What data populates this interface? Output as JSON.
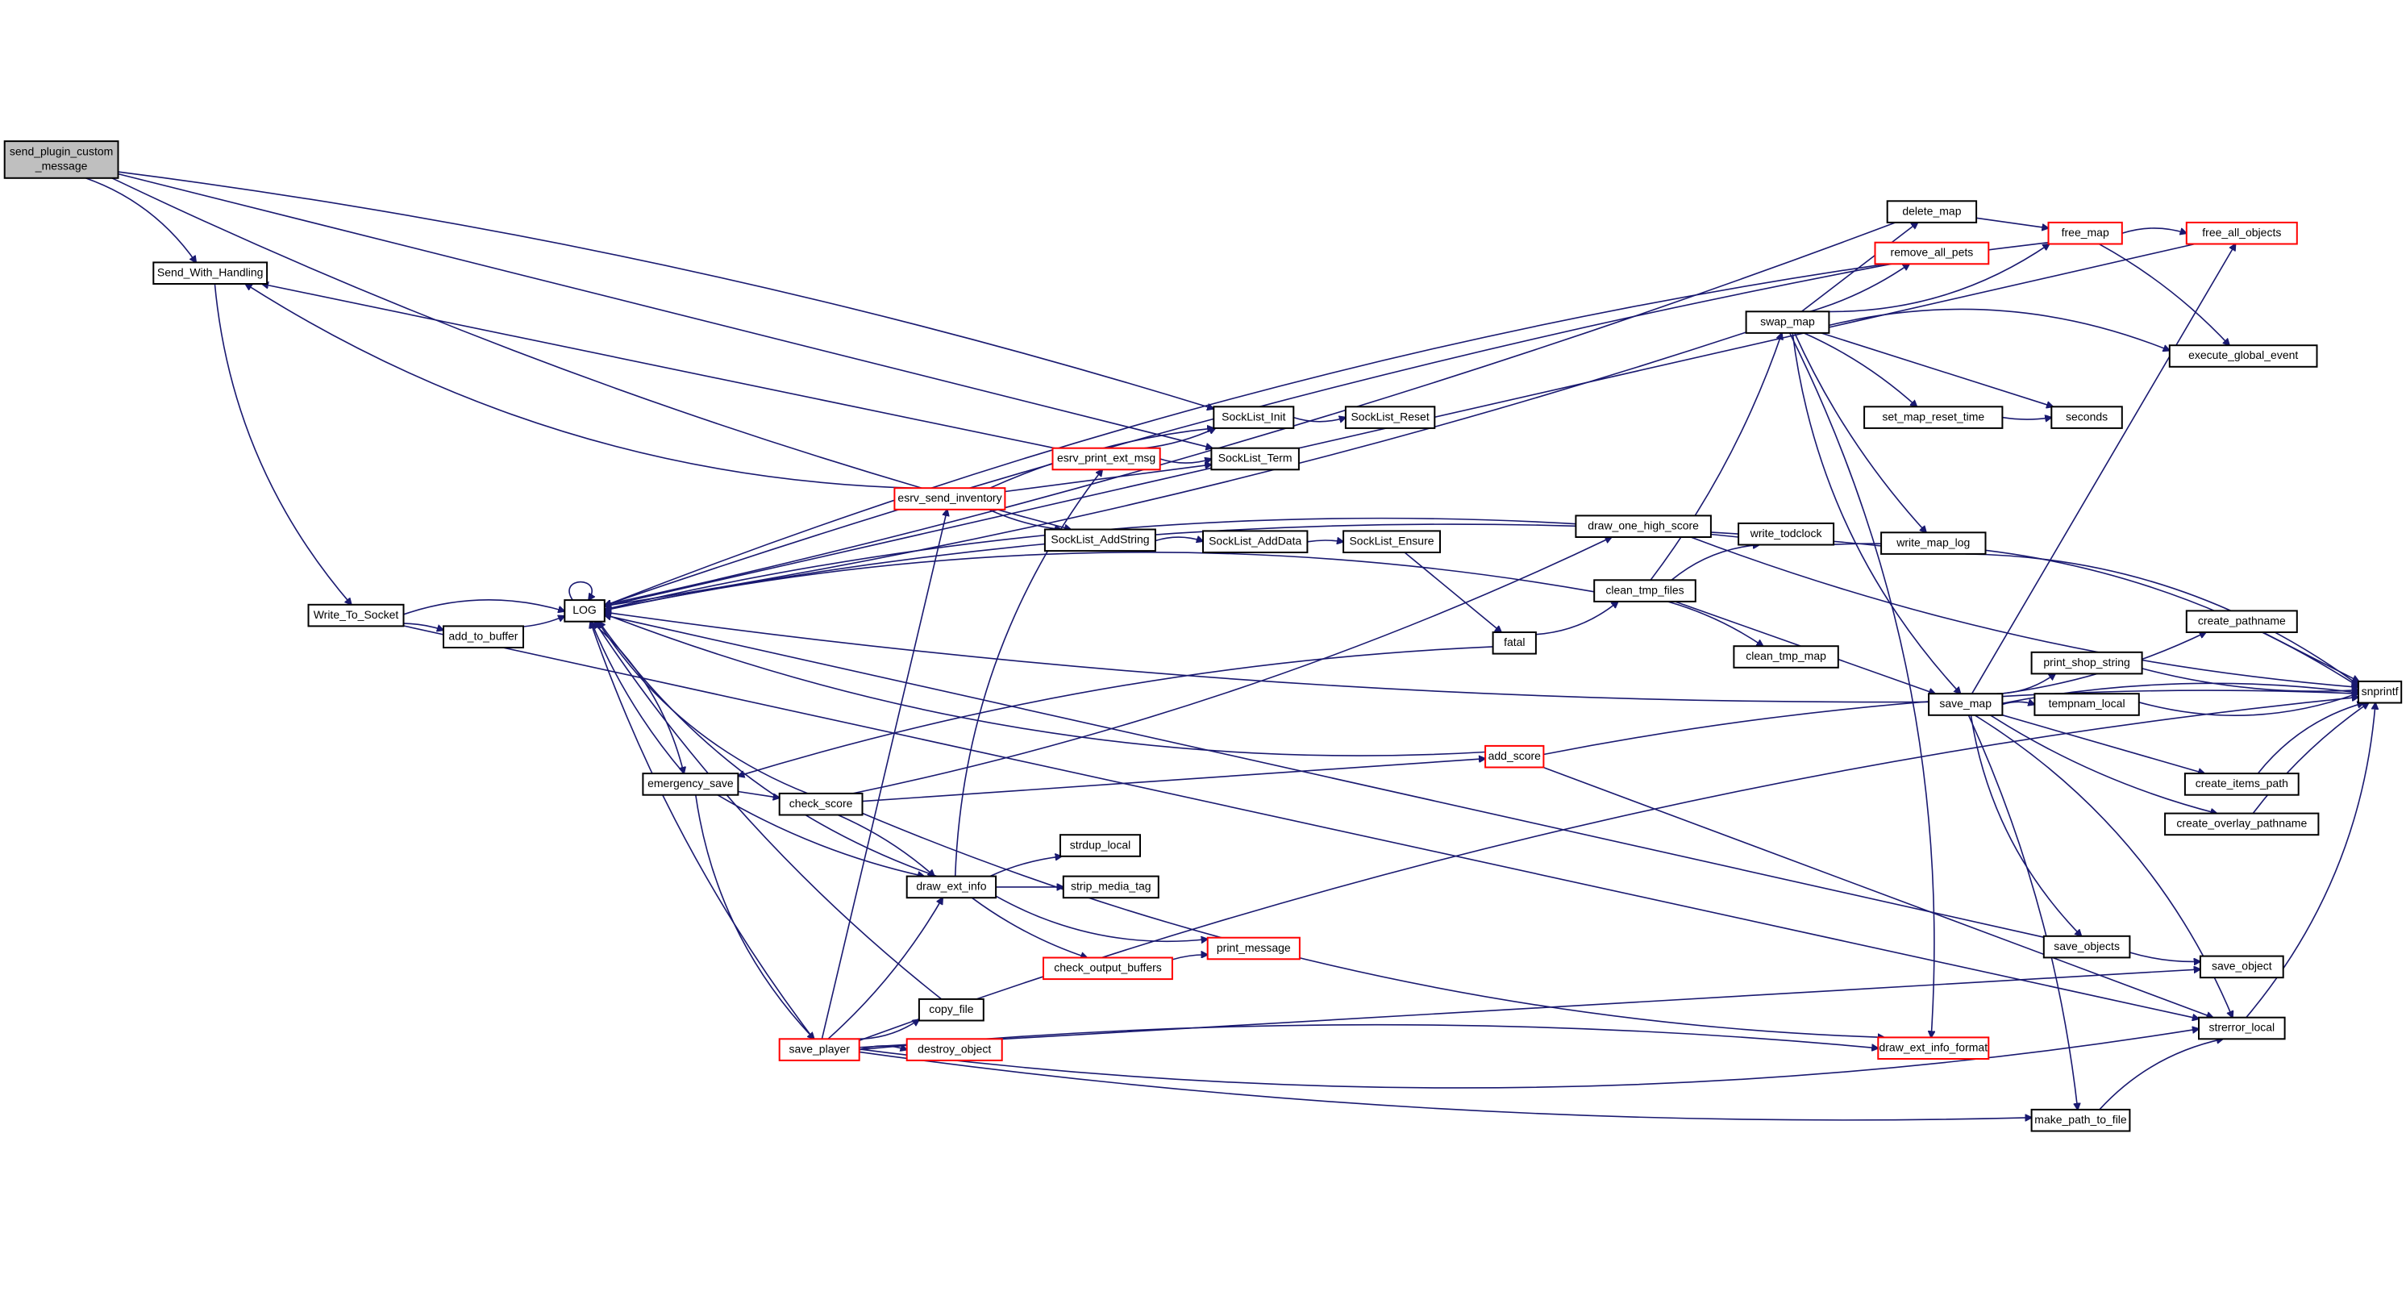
{
  "diagram": {
    "type": "call-graph",
    "edge_color": "#191970",
    "highlight_color": "#ff0000",
    "root_fill": "#bfbfbf",
    "nodes": [
      {
        "id": "send_plugin_custom_message",
        "label": [
          "send_plugin_custom",
          "_message"
        ],
        "style": "root"
      },
      {
        "id": "Send_With_Handling",
        "label": [
          "Send_With_Handling"
        ],
        "style": "normal"
      },
      {
        "id": "Write_To_Socket",
        "label": [
          "Write_To_Socket"
        ],
        "style": "normal"
      },
      {
        "id": "add_to_buffer",
        "label": [
          "add_to_buffer"
        ],
        "style": "normal"
      },
      {
        "id": "LOG",
        "label": [
          "LOG"
        ],
        "style": "normal"
      },
      {
        "id": "emergency_save",
        "label": [
          "emergency_save"
        ],
        "style": "normal"
      },
      {
        "id": "check_score",
        "label": [
          "check_score"
        ],
        "style": "normal"
      },
      {
        "id": "draw_ext_info",
        "label": [
          "draw_ext_info"
        ],
        "style": "normal"
      },
      {
        "id": "strdup_local",
        "label": [
          "strdup_local"
        ],
        "style": "normal"
      },
      {
        "id": "strip_media_tag",
        "label": [
          "strip_media_tag"
        ],
        "style": "normal"
      },
      {
        "id": "check_output_buffers",
        "label": [
          "check_output_buffers"
        ],
        "style": "red"
      },
      {
        "id": "print_message",
        "label": [
          "print_message"
        ],
        "style": "red"
      },
      {
        "id": "copy_file",
        "label": [
          "copy_file"
        ],
        "style": "normal"
      },
      {
        "id": "save_player",
        "label": [
          "save_player"
        ],
        "style": "red"
      },
      {
        "id": "destroy_object",
        "label": [
          "destroy_object"
        ],
        "style": "red"
      },
      {
        "id": "esrv_send_inventory",
        "label": [
          "esrv_send_inventory"
        ],
        "style": "red"
      },
      {
        "id": "esrv_print_ext_msg",
        "label": [
          "esrv_print_ext_msg"
        ],
        "style": "red"
      },
      {
        "id": "SockList_Init",
        "label": [
          "SockList_Init"
        ],
        "style": "normal"
      },
      {
        "id": "SockList_Reset",
        "label": [
          "SockList_Reset"
        ],
        "style": "normal"
      },
      {
        "id": "SockList_Term",
        "label": [
          "SockList_Term"
        ],
        "style": "normal"
      },
      {
        "id": "SockList_AddString",
        "label": [
          "SockList_AddString"
        ],
        "style": "normal"
      },
      {
        "id": "SockList_AddData",
        "label": [
          "SockList_AddData"
        ],
        "style": "normal"
      },
      {
        "id": "SockList_Ensure",
        "label": [
          "SockList_Ensure"
        ],
        "style": "normal"
      },
      {
        "id": "fatal",
        "label": [
          "fatal"
        ],
        "style": "normal"
      },
      {
        "id": "add_score",
        "label": [
          "add_score"
        ],
        "style": "red"
      },
      {
        "id": "draw_one_high_score",
        "label": [
          "draw_one_high_score"
        ],
        "style": "normal"
      },
      {
        "id": "clean_tmp_files",
        "label": [
          "clean_tmp_files"
        ],
        "style": "normal"
      },
      {
        "id": "clean_tmp_map",
        "label": [
          "clean_tmp_map"
        ],
        "style": "normal"
      },
      {
        "id": "write_todclock",
        "label": [
          "write_todclock"
        ],
        "style": "normal"
      },
      {
        "id": "swap_map",
        "label": [
          "swap_map"
        ],
        "style": "normal"
      },
      {
        "id": "delete_map",
        "label": [
          "delete_map"
        ],
        "style": "normal"
      },
      {
        "id": "remove_all_pets",
        "label": [
          "remove_all_pets"
        ],
        "style": "red"
      },
      {
        "id": "free_map",
        "label": [
          "free_map"
        ],
        "style": "red"
      },
      {
        "id": "free_all_objects",
        "label": [
          "free_all_objects"
        ],
        "style": "red"
      },
      {
        "id": "execute_global_event",
        "label": [
          "execute_global_event"
        ],
        "style": "normal"
      },
      {
        "id": "set_map_reset_time",
        "label": [
          "set_map_reset_time"
        ],
        "style": "normal"
      },
      {
        "id": "seconds",
        "label": [
          "seconds"
        ],
        "style": "normal"
      },
      {
        "id": "write_map_log",
        "label": [
          "write_map_log"
        ],
        "style": "normal"
      },
      {
        "id": "save_map",
        "label": [
          "save_map"
        ],
        "style": "normal"
      },
      {
        "id": "create_pathname",
        "label": [
          "create_pathname"
        ],
        "style": "normal"
      },
      {
        "id": "print_shop_string",
        "label": [
          "print_shop_string"
        ],
        "style": "normal"
      },
      {
        "id": "tempnam_local",
        "label": [
          "tempnam_local"
        ],
        "style": "normal"
      },
      {
        "id": "create_items_path",
        "label": [
          "create_items_path"
        ],
        "style": "normal"
      },
      {
        "id": "create_overlay_pathname",
        "label": [
          "create_overlay_pathname"
        ],
        "style": "normal"
      },
      {
        "id": "snprintf",
        "label": [
          "snprintf"
        ],
        "style": "normal"
      },
      {
        "id": "save_objects",
        "label": [
          "save_objects"
        ],
        "style": "normal"
      },
      {
        "id": "save_object",
        "label": [
          "save_object"
        ],
        "style": "normal"
      },
      {
        "id": "strerror_local",
        "label": [
          "strerror_local"
        ],
        "style": "normal"
      },
      {
        "id": "make_path_to_file",
        "label": [
          "make_path_to_file"
        ],
        "style": "normal"
      },
      {
        "id": "draw_ext_info_format",
        "label": [
          "draw_ext_info_format"
        ],
        "style": "red"
      }
    ],
    "edges": [
      [
        "send_plugin_custom_message",
        "Send_With_Handling"
      ],
      [
        "send_plugin_custom_message",
        "SockList_Init"
      ],
      [
        "send_plugin_custom_message",
        "SockList_Term"
      ],
      [
        "send_plugin_custom_message",
        "SockList_AddString"
      ],
      [
        "Send_With_Handling",
        "Write_To_Socket"
      ],
      [
        "Write_To_Socket",
        "LOG"
      ],
      [
        "Write_To_Socket",
        "add_to_buffer"
      ],
      [
        "Write_To_Socket",
        "strerror_local"
      ],
      [
        "add_to_buffer",
        "LOG"
      ],
      [
        "LOG",
        "LOG"
      ],
      [
        "LOG",
        "emergency_save"
      ],
      [
        "emergency_save",
        "LOG"
      ],
      [
        "emergency_save",
        "check_score"
      ],
      [
        "emergency_save",
        "draw_ext_info"
      ],
      [
        "emergency_save",
        "save_player"
      ],
      [
        "check_score",
        "LOG"
      ],
      [
        "check_score",
        "draw_ext_info"
      ],
      [
        "check_score",
        "add_score"
      ],
      [
        "check_score",
        "draw_one_high_score"
      ],
      [
        "check_score",
        "draw_ext_info_format"
      ],
      [
        "draw_ext_info",
        "LOG"
      ],
      [
        "draw_ext_info",
        "strdup_local"
      ],
      [
        "draw_ext_info",
        "strip_media_tag"
      ],
      [
        "draw_ext_info",
        "check_output_buffers"
      ],
      [
        "draw_ext_info",
        "print_message"
      ],
      [
        "draw_ext_info",
        "esrv_print_ext_msg"
      ],
      [
        "check_output_buffers",
        "print_message"
      ],
      [
        "esrv_print_ext_msg",
        "Send_With_Handling"
      ],
      [
        "esrv_print_ext_msg",
        "SockList_Init"
      ],
      [
        "esrv_print_ext_msg",
        "SockList_Term"
      ],
      [
        "esrv_send_inventory",
        "Send_With_Handling"
      ],
      [
        "esrv_send_inventory",
        "SockList_Init"
      ],
      [
        "esrv_send_inventory",
        "SockList_Term"
      ],
      [
        "esrv_send_inventory",
        "SockList_AddString"
      ],
      [
        "SockList_Init",
        "SockList_Reset"
      ],
      [
        "SockList_AddString",
        "SockList_AddData"
      ],
      [
        "SockList_AddData",
        "SockList_Ensure"
      ],
      [
        "SockList_Ensure",
        "fatal"
      ],
      [
        "fatal",
        "emergency_save"
      ],
      [
        "fatal",
        "clean_tmp_files"
      ],
      [
        "add_score",
        "LOG"
      ],
      [
        "add_score",
        "snprintf"
      ],
      [
        "add_score",
        "strerror_local"
      ],
      [
        "draw_one_high_score",
        "snprintf"
      ],
      [
        "clean_tmp_files",
        "LOG"
      ],
      [
        "clean_tmp_files",
        "write_todclock"
      ],
      [
        "clean_tmp_files",
        "clean_tmp_map"
      ],
      [
        "clean_tmp_files",
        "save_map"
      ],
      [
        "clean_tmp_files",
        "swap_map"
      ],
      [
        "write_todclock",
        "LOG"
      ],
      [
        "write_todclock",
        "snprintf"
      ],
      [
        "swap_map",
        "LOG"
      ],
      [
        "swap_map",
        "delete_map"
      ],
      [
        "swap_map",
        "remove_all_pets"
      ],
      [
        "swap_map",
        "free_map"
      ],
      [
        "swap_map",
        "execute_global_event"
      ],
      [
        "swap_map",
        "set_map_reset_time"
      ],
      [
        "swap_map",
        "seconds"
      ],
      [
        "swap_map",
        "write_map_log"
      ],
      [
        "swap_map",
        "save_map"
      ],
      [
        "swap_map",
        "draw_ext_info_format"
      ],
      [
        "delete_map",
        "LOG"
      ],
      [
        "delete_map",
        "free_map"
      ],
      [
        "remove_all_pets",
        "LOG"
      ],
      [
        "free_map",
        "LOG"
      ],
      [
        "free_map",
        "free_all_objects"
      ],
      [
        "free_map",
        "execute_global_event"
      ],
      [
        "free_all_objects",
        "LOG"
      ],
      [
        "set_map_reset_time",
        "seconds"
      ],
      [
        "write_map_log",
        "LOG"
      ],
      [
        "write_map_log",
        "snprintf"
      ],
      [
        "save_map",
        "LOG"
      ],
      [
        "save_map",
        "free_all_objects"
      ],
      [
        "save_map",
        "create_pathname"
      ],
      [
        "save_map",
        "print_shop_string"
      ],
      [
        "save_map",
        "tempnam_local"
      ],
      [
        "save_map",
        "snprintf"
      ],
      [
        "save_map",
        "create_items_path"
      ],
      [
        "save_map",
        "create_overlay_pathname"
      ],
      [
        "save_map",
        "save_objects"
      ],
      [
        "save_map",
        "strerror_local"
      ],
      [
        "save_map",
        "make_path_to_file"
      ],
      [
        "create_pathname",
        "snprintf"
      ],
      [
        "print_shop_string",
        "snprintf"
      ],
      [
        "tempnam_local",
        "snprintf"
      ],
      [
        "create_items_path",
        "snprintf"
      ],
      [
        "create_overlay_pathname",
        "snprintf"
      ],
      [
        "save_objects",
        "LOG"
      ],
      [
        "save_objects",
        "save_object"
      ],
      [
        "strerror_local",
        "snprintf"
      ],
      [
        "make_path_to_file",
        "strerror_local"
      ],
      [
        "save_player",
        "LOG"
      ],
      [
        "save_player",
        "esrv_send_inventory"
      ],
      [
        "save_player",
        "draw_ext_info"
      ],
      [
        "save_player",
        "copy_file"
      ],
      [
        "save_player",
        "destroy_object"
      ],
      [
        "save_player",
        "draw_ext_info_format"
      ],
      [
        "save_player",
        "save_object"
      ],
      [
        "save_player",
        "make_path_to_file"
      ],
      [
        "save_player",
        "strerror_local"
      ],
      [
        "save_player",
        "snprintf"
      ],
      [
        "copy_file",
        "LOG"
      ]
    ]
  }
}
